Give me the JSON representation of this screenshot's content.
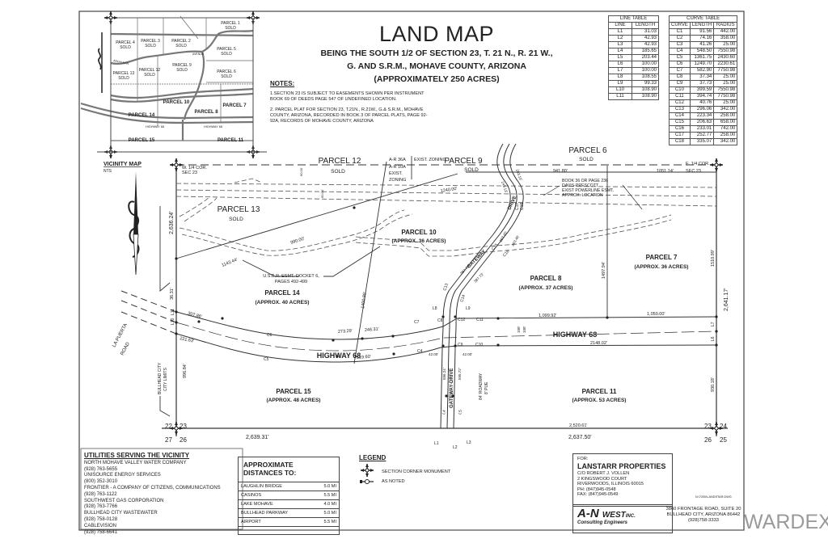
{
  "title": {
    "main": "LAND MAP",
    "line1": "BEING THE SOUTH 1/2 OF SECTION 23, T. 21 N., R. 21 W.,",
    "line2": "G. AND S.R.M., MOHAVE COUNTY, ARIZONA",
    "line3": "(APPROXIMATELY 250 ACRES)"
  },
  "line_table": {
    "title": "LINE TABLE",
    "headers": [
      "LINE",
      "LENGTH"
    ],
    "rows": [
      [
        "L1",
        "31.03"
      ],
      [
        "L2",
        "42.93"
      ],
      [
        "L3",
        "42.93"
      ],
      [
        "L4",
        "185.65"
      ],
      [
        "L5",
        "203.44"
      ],
      [
        "L6",
        "100.00"
      ],
      [
        "L7",
        "100.00"
      ],
      [
        "L8",
        "108.55"
      ],
      [
        "L9",
        "99.33"
      ],
      [
        "L10",
        "108.90"
      ],
      [
        "L11",
        "108.90"
      ]
    ]
  },
  "curve_table": {
    "title": "CURVE TABLE",
    "headers": [
      "CURVE",
      "LENGTH",
      "RADIUS"
    ],
    "rows": [
      [
        "C1",
        "91.56",
        "442.00"
      ],
      [
        "C2",
        "74.16",
        "358.00"
      ],
      [
        "C3",
        "41.26",
        "25.00"
      ],
      [
        "C4",
        "548.50",
        "7550.98"
      ],
      [
        "C5",
        "1361.75",
        "2430.60"
      ],
      [
        "C6",
        "1249.70",
        "2230.61"
      ],
      [
        "C7",
        "582.90",
        "7750.98"
      ],
      [
        "C8",
        "37.34",
        "25.00"
      ],
      [
        "C9",
        "37.73",
        "25.00"
      ],
      [
        "C10",
        "399.59",
        "7550.98"
      ],
      [
        "C11",
        "394.74",
        "7750.98"
      ],
      [
        "C12",
        "40.76",
        "25.00"
      ],
      [
        "C13",
        "296.06",
        "342.00"
      ],
      [
        "C14",
        "223.34",
        "258.00"
      ],
      [
        "C15",
        "206.63",
        "658.00"
      ],
      [
        "C16",
        "233.01",
        "742.00"
      ],
      [
        "C17",
        "252.77",
        "258.00"
      ],
      [
        "C18",
        "335.07",
        "342.00"
      ]
    ]
  },
  "vicinity_map": {
    "title": "VICINITY MAP",
    "scale": "NTS",
    "parcels": [
      {
        "name": "PARCEL 1",
        "status": "SOLD"
      },
      {
        "name": "PARCEL 2",
        "status": "SOLD"
      },
      {
        "name": "PARCEL 3",
        "status": "SOLD"
      },
      {
        "name": "PARCEL 4",
        "status": "SOLD"
      },
      {
        "name": "PARCEL 5",
        "status": "SOLD"
      },
      {
        "name": "PARCEL 6",
        "status": "SOLD"
      },
      {
        "name": "PARCEL 9",
        "status": "SOLD"
      },
      {
        "name": "PARCEL 12",
        "status": "SOLD"
      },
      {
        "name": "PARCEL 13",
        "status": "SOLD"
      },
      {
        "name": "PARCEL 10",
        "status": ""
      },
      {
        "name": "PARCEL 7",
        "status": ""
      },
      {
        "name": "PARCEL 8",
        "status": ""
      },
      {
        "name": "PARCEL 14",
        "status": ""
      },
      {
        "name": "PARCEL 15",
        "status": ""
      },
      {
        "name": "PARCEL 11",
        "status": ""
      }
    ],
    "roads": [
      "AVENUE",
      "ANDALMAN",
      "GATEWAY",
      "HIGHWAY 68",
      "HIGHWAY 68",
      "GATEWAY DRIVE"
    ]
  },
  "notes": {
    "heading": "NOTES:",
    "items": [
      "1.SECTION 23 IS SUBJECT TO EASEMENTS SHOWN PER INSTRUMENT BOOK 69 OF DEEDS PAGE 547 OF UNDEFINED LOCATION.",
      "2. PARCEL PLAT FOR SECTION 23, T.21N., R.21W., G.& S.R.M., MOHAVE COUNTY, ARIZONA, RECORDED IN BOOK 3 OF PARCEL PLATS, PAGE 92-92A, RECORDS OF MOHAVE COUNTY, ARIZONA"
    ]
  },
  "plat": {
    "corners": {
      "w_quarter": [
        "W. 1/4 COR.",
        "SEC 23"
      ],
      "e_quarter": [
        "E. 1/4 COR.",
        "SEC 23"
      ],
      "sw_numbers": [
        "22",
        "23",
        "27",
        "26"
      ],
      "se_numbers": [
        "23",
        "24",
        "26",
        "25"
      ]
    },
    "parcels": {
      "p12": {
        "name": "PARCEL 12",
        "note": "SOLD"
      },
      "p9": {
        "name": "PARCEL 9",
        "note": "SOLD"
      },
      "p6": {
        "name": "PARCEL 6",
        "note": "SOLD"
      },
      "p13": {
        "name": "PARCEL 13",
        "note": "SOLD"
      },
      "p10": {
        "name": "PARCEL 10",
        "note": "(APPROX. 36 ACRES)"
      },
      "p7": {
        "name": "PARCEL 7",
        "note": "(APPROX. 36 ACRES)"
      },
      "p8": {
        "name": "PARCEL 8",
        "note": "(APPROX. 37 ACRES)"
      },
      "p14": {
        "name": "PARCEL 14",
        "note": "(APPROX. 40 ACRES)"
      },
      "p15": {
        "name": "PARCEL 15",
        "note": "(APPROX. 48 ACRES)"
      },
      "p11": {
        "name": "PARCEL 11",
        "note": "(APPROX. 53 ACRES)"
      }
    },
    "zoning": {
      "upper": "A-R 36A",
      "upper_note": "EXIST. ZONING",
      "lower": "A-R 10A",
      "lower_note1": "EXIST.",
      "lower_note2": "ZONING"
    },
    "powerline_note": [
      "BOOK 36 OR PAGE 236",
      "DAVIS-PRESCOTT",
      "EXIST POWERLINE ESMT.",
      "APPROX. LOCATION"
    ],
    "usbr_note": [
      "U.S.B.R. ESMT. DOCKET 6,",
      "PAGES 492-499"
    ],
    "roads": {
      "highway": "HIGHWAY 68",
      "gateway_upper1": "GATEWAY",
      "gateway_upper2": "DRIVE",
      "gateway_lower": "GATEWAY-DRIVE",
      "la_puerta1": "LA PUERTA",
      "la_puerta2": "ROAD",
      "roadway_note1": "84' ROADWAY",
      "roadway_note2": "8' PUE",
      "city_limits1": "BULLHEAD CITY",
      "city_limits2": "CITY LIMITS"
    },
    "dimensions": {
      "d941": "941.80'",
      "d1051": "1051.14'",
      "d1240": "1240.00'",
      "d990": "990.00'",
      "d1143": "1143.44'",
      "d2636": "2,636.24'",
      "d3631": "36.31'",
      "d307": "307.86'",
      "d221": "221.63'",
      "d996": "996.84'",
      "d273": "273.29'",
      "d246": "246.31'",
      "d519": "519.60'",
      "d1400": "1400.85'",
      "d1099": "1,099.92'",
      "d1050": "1,050.00'",
      "d2148": "2148.02'",
      "d1497": "1497.94'",
      "d1510": "1510.99'",
      "d2641": "2,641.17'",
      "d930": "930.18'",
      "d2639": "2,639.31'",
      "d2520": "2,520.61'",
      "d2637": "2,637.50'",
      "d4200a": "42.00'",
      "d4200b": "42.00'",
      "d586": "586.24'",
      "d595": "595.72'",
      "d243a": "243.13'",
      "d243b": "263.15'",
      "d387a": "387.73'",
      "d387b": "387.73'",
      "d263a": "263.45'",
      "d263b": "263.46'",
      "d100a": "100'",
      "d100b": "100'",
      "d6080a": "60.00'",
      "d6080b": "60.00'"
    },
    "labels": {
      "C4": "C4",
      "C5": "C5",
      "C6": "C6",
      "C7": "C7",
      "C8": "C8",
      "C9": "C9",
      "C10": "C10",
      "C11": "C11",
      "C12": "C12",
      "C13": "C13",
      "C14": "C14",
      "C15": "C15",
      "C16": "C16",
      "C17": "C17",
      "C18": "C18",
      "L1": "L1",
      "L2": "L2",
      "L3": "L3",
      "L4": "L4",
      "L5": "L5",
      "L6": "L6",
      "L7": "L7",
      "L8": "L8",
      "L9": "L9",
      "L10": "L10",
      "L11": "L11"
    }
  },
  "utilities": {
    "heading": "UTILITIES SERVING THE VICINITY",
    "lines": [
      "NORTH MOHAVE VALLEY WATER COMPANY",
      "(928) 763-5655",
      "UNISOURCE ENERGY SERVICES",
      "(800) 352-3010",
      "FRONTIER - A COMPANY OF CITIZENS, COMMUNICATIONS",
      "(928) 763-1122",
      "SOUTHWEST GAS CORPORATION",
      "(928) 763-7766",
      "BULLHEAD CITY WASTEWATER",
      "(928) 758-0128",
      "CABLEVISION",
      "(928) 758-6641"
    ]
  },
  "distances": {
    "heading": "APPROXIMATE DISTANCES TO:",
    "rows": [
      {
        "place": "LAUGHLIN BRIDGE",
        "dist": "5.0 MI"
      },
      {
        "place": "CASINOS",
        "dist": "5.5 MI"
      },
      {
        "place": "LAKE MOHAVE",
        "dist": "4.0 MI"
      },
      {
        "place": "BULLHEAD PARKWAY",
        "dist": "5.0 MI"
      },
      {
        "place": "AIRPORT",
        "dist": "5.5 MI"
      }
    ]
  },
  "legend": {
    "heading": "LEGEND",
    "items": [
      {
        "icon": "section-corner-monument-icon",
        "label": "SECTION CORNER MONUMENT"
      },
      {
        "icon": "monument-as-noted-icon",
        "label": "AS NOTED"
      }
    ]
  },
  "client": {
    "for": "FOR:",
    "name": "LANSTARR PROPERTIES",
    "lines": [
      "C/O ROBERT J. VOLLEN",
      "2 KINGSWOOD COURT",
      "RIVERWOODS, ILLINOIS 60015",
      "PH: (847)945-0548",
      "FAX: (847)945-0549"
    ]
  },
  "engineer": {
    "logo": "A-N",
    "logo_word": "WEST",
    "logo_suffix": "INC.",
    "tagline": "Consulting Engineers",
    "address": [
      "3860 FRONTAGE ROAD, SUITE 20",
      "BULLHEAD CITY, ARIZONA 86442",
      "(928)758-3333"
    ],
    "drawing_file": "N:\\7200\\LANDSTAR.DWG"
  },
  "watermark": "WARDEX"
}
